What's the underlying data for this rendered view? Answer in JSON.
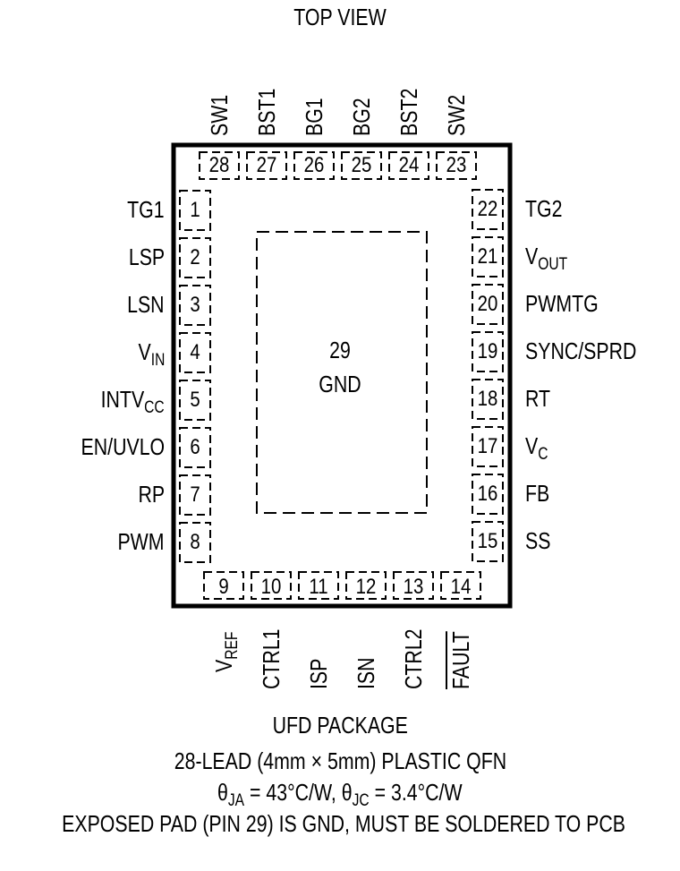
{
  "title": "TOP VIEW",
  "pins": {
    "left": [
      {
        "num": "1",
        "name": "TG1"
      },
      {
        "num": "2",
        "name": "LSP"
      },
      {
        "num": "3",
        "name": "LSN"
      },
      {
        "num": "4",
        "name": "V",
        "sub": "IN"
      },
      {
        "num": "5",
        "name": "INTV",
        "sub": "CC"
      },
      {
        "num": "6",
        "name": "EN/UVLO"
      },
      {
        "num": "7",
        "name": "RP"
      },
      {
        "num": "8",
        "name": "PWM"
      }
    ],
    "bottom": [
      {
        "num": "9",
        "name": "V",
        "sub": "REF"
      },
      {
        "num": "10",
        "name": "CTRL1"
      },
      {
        "num": "11",
        "name": "ISP"
      },
      {
        "num": "12",
        "name": "ISN"
      },
      {
        "num": "13",
        "name": "CTRL2"
      },
      {
        "num": "14",
        "name": "FAULT",
        "overbar": true
      }
    ],
    "right": [
      {
        "num": "15",
        "name": "SS"
      },
      {
        "num": "16",
        "name": "FB"
      },
      {
        "num": "17",
        "name": "V",
        "sub": "C"
      },
      {
        "num": "18",
        "name": "RT"
      },
      {
        "num": "19",
        "name": "SYNC/SPRD"
      },
      {
        "num": "20",
        "name": "PWMTG"
      },
      {
        "num": "21",
        "name": "V",
        "sub": "OUT"
      },
      {
        "num": "22",
        "name": "TG2"
      }
    ],
    "top": [
      {
        "num": "23",
        "name": "SW2"
      },
      {
        "num": "24",
        "name": "BST2"
      },
      {
        "num": "25",
        "name": "BG2"
      },
      {
        "num": "26",
        "name": "BG1"
      },
      {
        "num": "27",
        "name": "BST1"
      },
      {
        "num": "28",
        "name": "SW1"
      }
    ]
  },
  "exposed_pad": {
    "num": "29",
    "name": "GND"
  },
  "caption": {
    "line1": "UFD PACKAGE",
    "line2": "28-LEAD (4mm × 5mm) PLASTIC QFN",
    "theta_ja_sym": "θ",
    "theta_ja_sub": "JA",
    "theta_ja_val": " = 43°C/W, ",
    "theta_jc_sym": "θ",
    "theta_jc_sub": "JC",
    "theta_jc_val": " = 3.4°C/W",
    "line4": "EXPOSED PAD (PIN 29) IS GND, MUST BE SOLDERED TO PCB"
  }
}
